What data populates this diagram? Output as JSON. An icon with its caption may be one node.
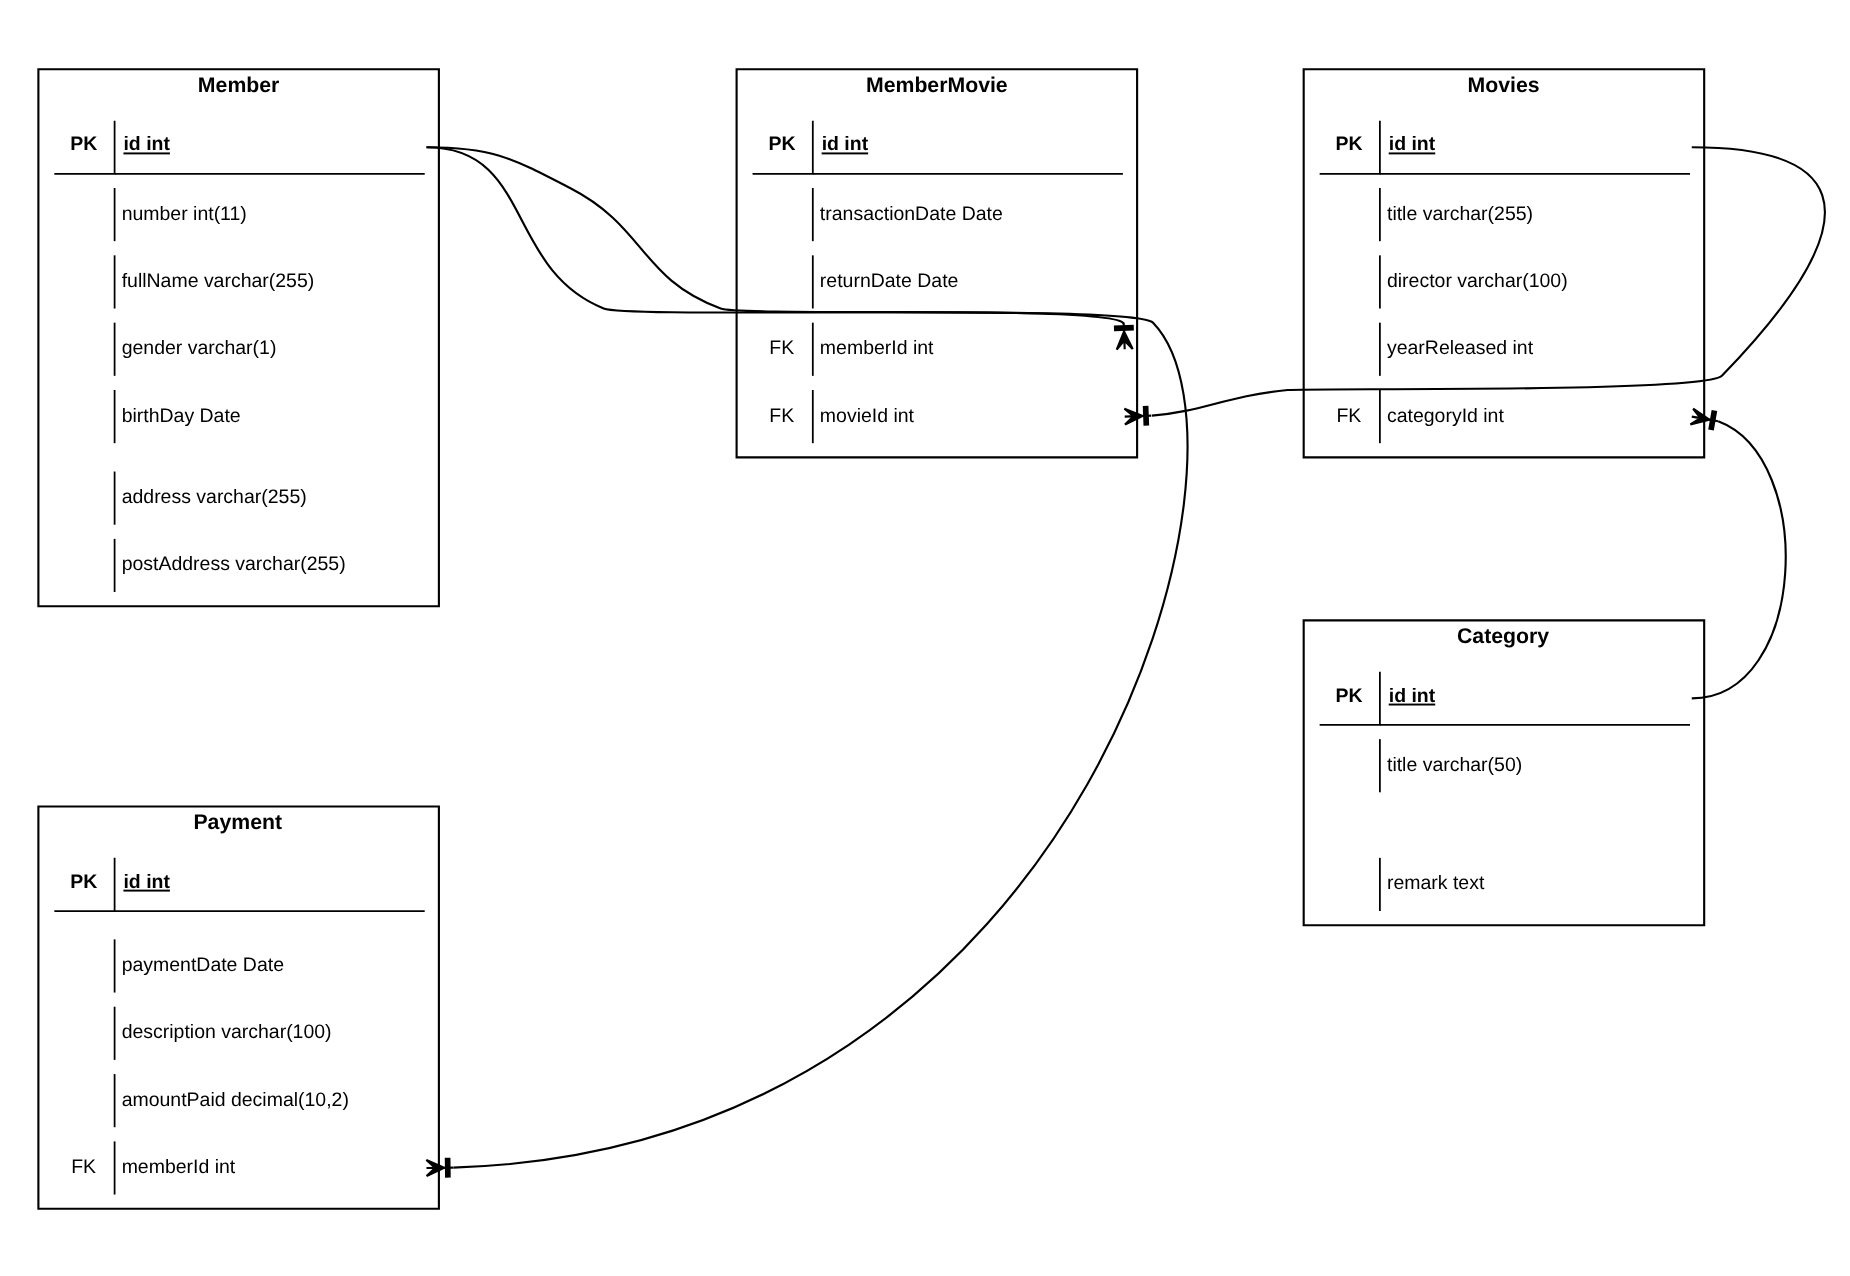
{
  "diagram": {
    "nodes": [
      {
        "text": [
          "Member"
        ]
      },
      {
        "text": [
          "PK",
          "id int"
        ],
        "in": 0
      },
      {
        "text": [
          "number int(11)"
        ],
        "in": 0
      },
      {
        "text": [
          "fullName varchar(255)"
        ],
        "in": 0
      },
      {
        "text": [
          "gender varchar(1)"
        ],
        "in": 0
      },
      {
        "text": [
          "birthDay Date"
        ],
        "in": 0
      },
      {
        "text": [
          "address varchar(255)"
        ],
        "in": 0
      },
      {
        "text": [
          "postAddress varchar(255)"
        ],
        "in": 0
      },
      {
        "text": [
          "MemberMovie"
        ]
      },
      {
        "text": [
          "PK",
          "id int"
        ],
        "in": 8
      },
      {
        "text": [
          "transactionDate Date"
        ],
        "in": 8
      },
      {
        "text": [
          "returnDate Date"
        ],
        "in": 8
      },
      {
        "text": [
          "FK",
          "memberId int"
        ],
        "in": 8
      },
      {
        "text": [
          "FK",
          "movieId int"
        ],
        "in": 8
      },
      {
        "text": [
          "Movies"
        ]
      },
      {
        "text": [
          "PK",
          "id int"
        ],
        "in": 14
      },
      {
        "text": [
          "title varchar(255)"
        ],
        "in": 14
      },
      {
        "text": [
          "director varchar(100)"
        ],
        "in": 14
      },
      {
        "text": [
          "yearReleased int"
        ],
        "in": 14
      },
      {
        "text": [
          "FK",
          "categoryId int"
        ],
        "in": 14
      },
      {
        "text": [
          "Category"
        ]
      },
      {
        "text": [
          "PK",
          "id int"
        ],
        "in": 20
      },
      {
        "text": [
          "title varchar(50)"
        ],
        "in": 20
      },
      {
        "text": [
          "remark text"
        ],
        "in": 20
      },
      {
        "text": [
          "Payment"
        ]
      },
      {
        "text": [
          "PK",
          "id int"
        ],
        "in": 24
      },
      {
        "text": [
          "paymentDate Date"
        ],
        "in": 24
      },
      {
        "text": [
          "description varchar(100)"
        ],
        "in": 24
      },
      {
        "text": [
          "amountPaid decimal(10,2)"
        ],
        "in": 24
      },
      {
        "text": [
          "FK",
          "memberId int"
        ],
        "in": 24
      }
    ],
    "edges": [
      {
        "from": 1,
        "to": 12,
        "arrow": "other"
      },
      {
        "from": 15,
        "to": 13,
        "arrow": "other"
      },
      {
        "from": 21,
        "to": 19,
        "arrow": "other"
      },
      {
        "from": 1,
        "to": 29,
        "arrow": "other"
      }
    ]
  }
}
